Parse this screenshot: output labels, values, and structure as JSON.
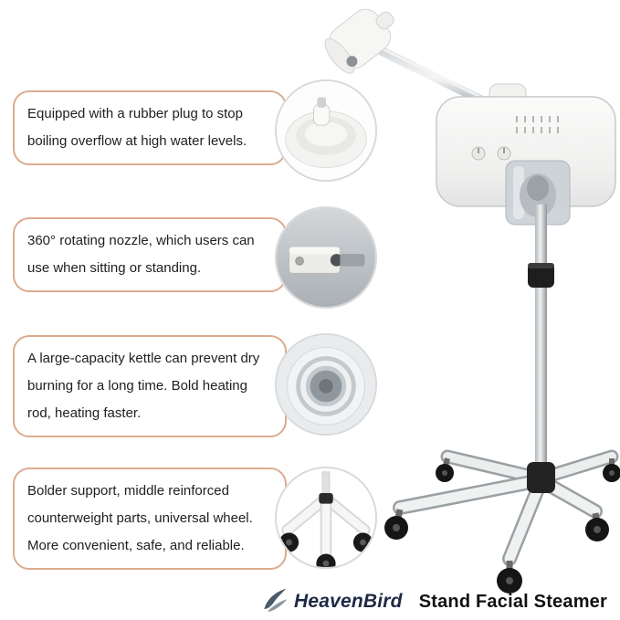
{
  "features": [
    {
      "text": "Equipped with a rubber plug to stop boiling overflow at high water levels.",
      "image": "rubber-plug-closeup"
    },
    {
      "text": "360° rotating nozzle, which users can use when sitting or standing.",
      "image": "rotating-nozzle-closeup"
    },
    {
      "text": "A large-capacity kettle can prevent dry burning for a long time. Bold heating rod, heating faster.",
      "image": "kettle-heating-rod-closeup"
    },
    {
      "text": "Bolder support, middle reinforced counterweight parts, universal wheel. More convenient, safe, and reliable.",
      "image": "base-wheels-closeup"
    }
  ],
  "brand": {
    "name": "HeavenBird",
    "product_title": "Stand Facial Steamer"
  },
  "icons": {
    "logo": "bird-swoosh-icon"
  },
  "colors": {
    "callout_border": "#dcab8f",
    "text": "#1f1f1f",
    "circle_border": "#d9d9d9",
    "brand_text": "#1d2a45",
    "title_text": "#111111",
    "knob_black": "#1e1e1e"
  }
}
